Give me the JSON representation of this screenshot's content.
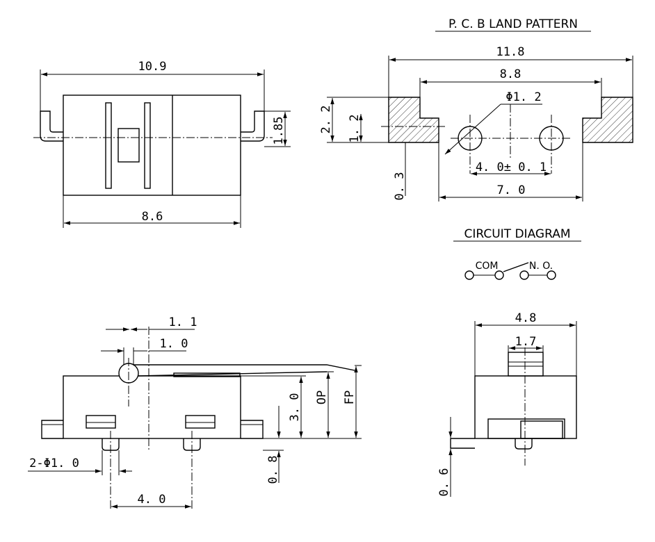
{
  "titles": {
    "pcb": "P. C. B  LAND  PATTERN",
    "circuit": "CIRCUIT  DIAGRAM"
  },
  "top_view": {
    "overall_width": "10.9",
    "body_width": "8.6",
    "terminal_height": "1.85"
  },
  "pcb": {
    "outer": "11.8",
    "inner": "8.8",
    "hole_dia": "Φ1. 2",
    "hole_pitch": "4. 0± 0. 1",
    "pad_span": "7. 0",
    "pad_height": "2. 2",
    "step_height": "1. 2",
    "offset": "0. 3"
  },
  "circuit": {
    "com": "COM",
    "no": "N. O."
  },
  "side_view": {
    "lever_a": "1. 1",
    "lever_b": "1. 0",
    "body_h": "3. 0",
    "op": "OP",
    "fp": "FP",
    "pin_len": "0. 8",
    "pin_dia": "2-Φ1. 0",
    "pin_pitch": "4. 0"
  },
  "end_view": {
    "width": "4.8",
    "actuator": "1.7",
    "foot": "0. 6"
  }
}
